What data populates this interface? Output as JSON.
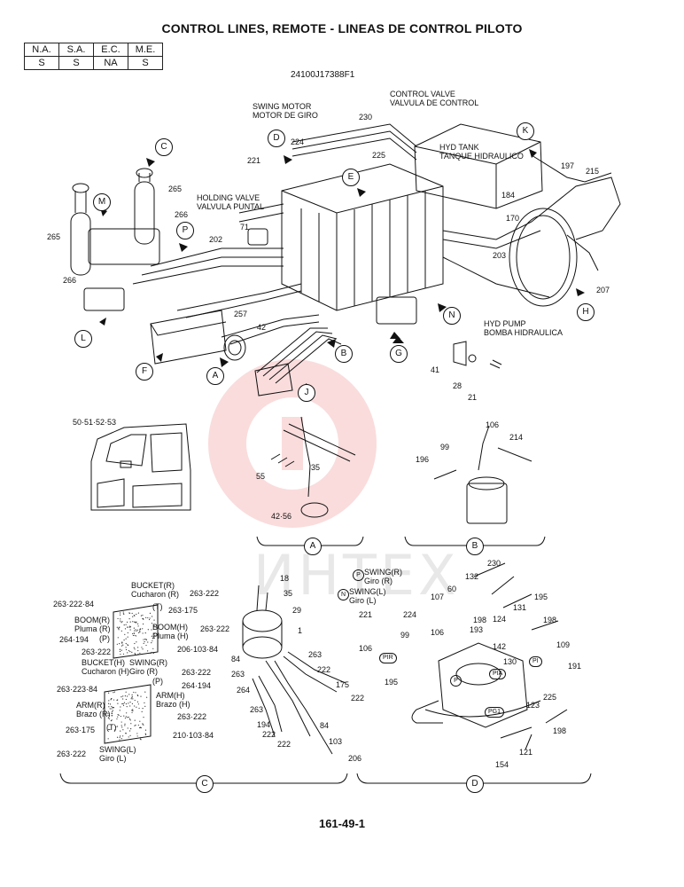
{
  "title": "CONTROL LINES, REMOTE - LINEAS DE CONTROL PILOTO",
  "applicability": {
    "headers": [
      "N.A.",
      "S.A.",
      "E.C.",
      "M.E."
    ],
    "values": [
      "S",
      "S",
      "NA",
      "S"
    ]
  },
  "drawing_code": "24100J17388F1",
  "watermark": "ИНТЕХ",
  "page_number": "161-49-1",
  "main_labels": {
    "swing_motor": [
      "SWING MOTOR",
      "MOTOR DE GIRO"
    ],
    "control_valve": [
      "CONTROL VALVE",
      "VALVULA DE CONTROL"
    ],
    "hyd_tank": [
      "HYD  TANK",
      "TANQUE HIDRAULICO"
    ],
    "holding_valve": [
      "HOLDING VALVE",
      "VALVULA PUNTAL"
    ],
    "hyd_pump": [
      "HYD  PUMP",
      "BOMBA HIDRAULICA"
    ]
  },
  "main_parts": [
    "230",
    "224",
    "221",
    "225",
    "197",
    "215",
    "184",
    "265",
    "266",
    "202",
    "71",
    "170",
    "203",
    "207",
    "265",
    "266",
    "257",
    "42",
    "41",
    "28",
    "21"
  ],
  "callouts": [
    "A",
    "B",
    "C",
    "D",
    "E",
    "F",
    "G",
    "H",
    "J",
    "K",
    "L",
    "M",
    "N",
    "P"
  ],
  "detail_parts": {
    "cab": "50·51·52·53",
    "a": [
      "35",
      "55",
      "42·56"
    ],
    "b": [
      "106",
      "214",
      "99",
      "196"
    ],
    "c_motor": [
      "18",
      "35",
      "29",
      "1",
      "263",
      "84",
      "263",
      "264",
      "263",
      "194",
      "222",
      "84",
      "103",
      "206",
      "222",
      "175",
      "222",
      "222"
    ],
    "d": [
      "230",
      "132",
      "60",
      "195",
      "107",
      "131",
      "198",
      "124",
      "198",
      "193",
      "142",
      "109",
      "130",
      "191",
      "221",
      "224",
      "106",
      "106",
      "99",
      "195",
      "225",
      "123",
      "198",
      "154",
      "121"
    ]
  },
  "pattern_c_upper": {
    "lines": [
      "BUCKET(R)",
      "Cucharon (R)",
      "263·222",
      "263·222·84",
      "(T)",
      "263·175",
      "BOOM(R)",
      "Pluma (R)",
      "BOOM(H)",
      "Pluma (H)",
      "263·222",
      "264·194",
      "(P)",
      "206·103·84",
      "263·222",
      "BUCKET(H)",
      "Cucharon (H)",
      "SWING(R)",
      "Giro (R)",
      "263·222"
    ]
  },
  "pattern_c_lower": {
    "lines": [
      "263·223·84",
      "(P)",
      "264·194",
      "ARM(R)",
      "Brazo (R)",
      "ARM(H)",
      "Brazo (H)",
      "263·222",
      "263·175",
      "(T)",
      "210·103·84",
      "SWING(L)",
      "Giro (L)",
      "263·222"
    ]
  },
  "d_labels": {
    "swing_r": [
      "SWING(R)",
      "Giro (R)"
    ],
    "swing_l": [
      "SWING(L)",
      "Giro (L)"
    ],
    "ports": [
      "PIR",
      "PIA",
      "PI",
      "PG1",
      "P"
    ]
  },
  "section_labels": [
    "A",
    "B",
    "C",
    "D"
  ]
}
